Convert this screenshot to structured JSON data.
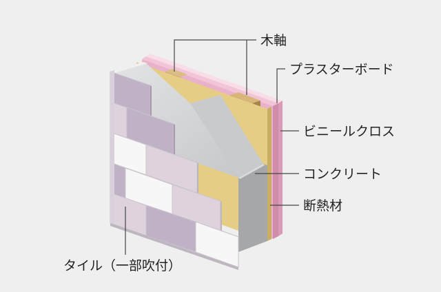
{
  "diagram": {
    "labels": {
      "wood_frame": "木軸",
      "plasterboard": "プラスターボード",
      "vinyl_cloth": "ビニールクロス",
      "concrete": "コンクリート",
      "insulation": "断熱材",
      "tile": "タイル（一部吹付）"
    },
    "colors": {
      "background": "#efefef",
      "cloth": "#f3cfe0",
      "plasterboard": "#e8a9c4",
      "wood": "#c9a468",
      "insulation": "#e6cd86",
      "concrete_face": "#d0d1d3",
      "concrete_side": "#a6a7a9",
      "tile_purple": "#bfb1c6",
      "tile_lilac": "#ded3dd",
      "tile_white": "#f7f7f7",
      "leader_line": "#444444",
      "label_text": "#222222"
    }
  }
}
